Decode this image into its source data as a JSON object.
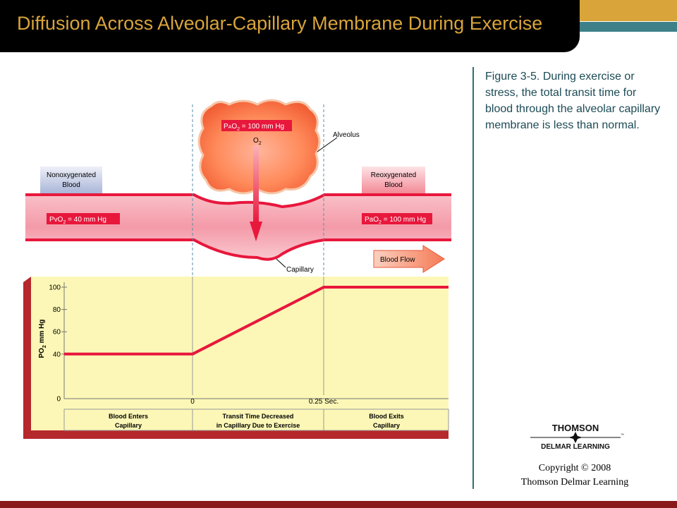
{
  "title": "Diffusion Across Alveolar-Capillary Membrane During Exercise",
  "caption": "Figure 3-5. During exercise or stress, the total transit time for blood through the alveolar capillary membrane is less than normal.",
  "copyright": {
    "line1": "Copyright © 2008",
    "line2": "Thomson Delmar Learning"
  },
  "logo": {
    "brand": "THOMSON",
    "tm": "™",
    "sub": "DELMAR LEARNING"
  },
  "figure": {
    "pao2_label": "P",
    "pao2_sub": "A",
    "pao2_o": "O",
    "pao2_2": "2",
    "pao2_value": " = 100 mm Hg",
    "o2_label": "O",
    "o2_sub": "2",
    "alveolus_label": "Alveolus",
    "capillary_label": "Capillary",
    "nonoxy_line1": "Nonoxygenated",
    "nonoxy_line2": "Blood",
    "reoxy_line1": "Reoxygenated",
    "reoxy_line2": "Blood",
    "pvo2_p": "Pv",
    "pvo2_o": "O",
    "pvo2_2": "2",
    "pvo2_value": " = 40 mm Hg",
    "pao2b_p": "Pa",
    "pao2b_o": "O",
    "pao2b_2": "2",
    "pao2b_value": " = 100 mm Hg",
    "blood_flow": "Blood Flow"
  },
  "chart_data": {
    "type": "line",
    "ylabel_p": "P",
    "ylabel_o": "O",
    "ylabel_2": "2",
    "ylabel_rest": " mm Hg",
    "yticks": [
      "100",
      "80",
      "60",
      "40",
      "0"
    ],
    "xticks": [
      "0",
      "0.25 Sec."
    ],
    "ylim": [
      0,
      100
    ],
    "series": [
      {
        "values": [
          [
            -0.25,
            40
          ],
          [
            0,
            40
          ],
          [
            0.25,
            100
          ],
          [
            0.5,
            100
          ]
        ]
      }
    ],
    "phases": [
      {
        "line1": "Blood Enters",
        "line2": "Capillary"
      },
      {
        "line1": "Transit Time Decreased",
        "line2": "in Capillary Due to Exercise"
      },
      {
        "line1": "Blood Exits",
        "line2": "Capillary"
      }
    ],
    "colors": {
      "line": "#e8173c",
      "panel": "#fcf7b6",
      "frame": "#b5282c"
    }
  }
}
